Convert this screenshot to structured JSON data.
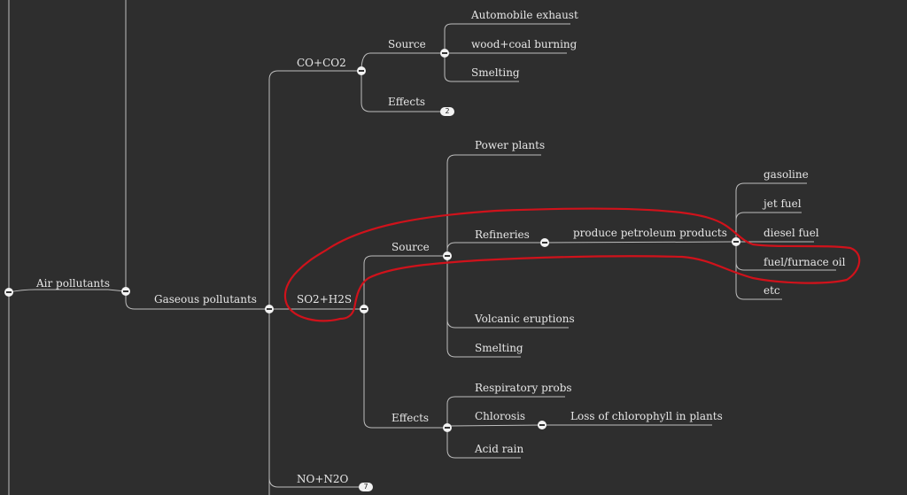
{
  "nodes": {
    "air_pollutants": "Air pollutants",
    "gaseous_pollutants": "Gaseous pollutants",
    "co_co2": "CO+CO2",
    "co_source": "Source",
    "automobile_exhaust": "Automobile exhaust",
    "wood_coal_burning": "wood+coal burning",
    "smelting_1": "Smelting",
    "co_effects": "Effects",
    "co_effects_count": "2",
    "so2_h2s": "SO2+H2S",
    "so2_source": "Source",
    "power_plants": "Power plants",
    "refineries": "Refineries",
    "produce_petroleum": "produce petroleum products",
    "gasoline": "gasoline",
    "jet_fuel": "jet fuel",
    "diesel_fuel": "diesel fuel",
    "fuel_furnace_oil": "fuel/furnace oil",
    "etc": "etc",
    "volcanic_eruptions": "Volcanic eruptions",
    "smelting_2": "Smelting",
    "so2_effects": "Effects",
    "respiratory": "Respiratory probs",
    "chlorosis": "Chlorosis",
    "loss_chlorophyll": "Loss of chlorophyll in plants",
    "acid_rain": "Acid rain",
    "no_n2o": "NO+N2O",
    "no_count": "7"
  },
  "colors": {
    "background": "#2e2e2e",
    "branch": "#cfcfcf",
    "text": "#e6e6e6",
    "annotation": "#d0121b"
  }
}
